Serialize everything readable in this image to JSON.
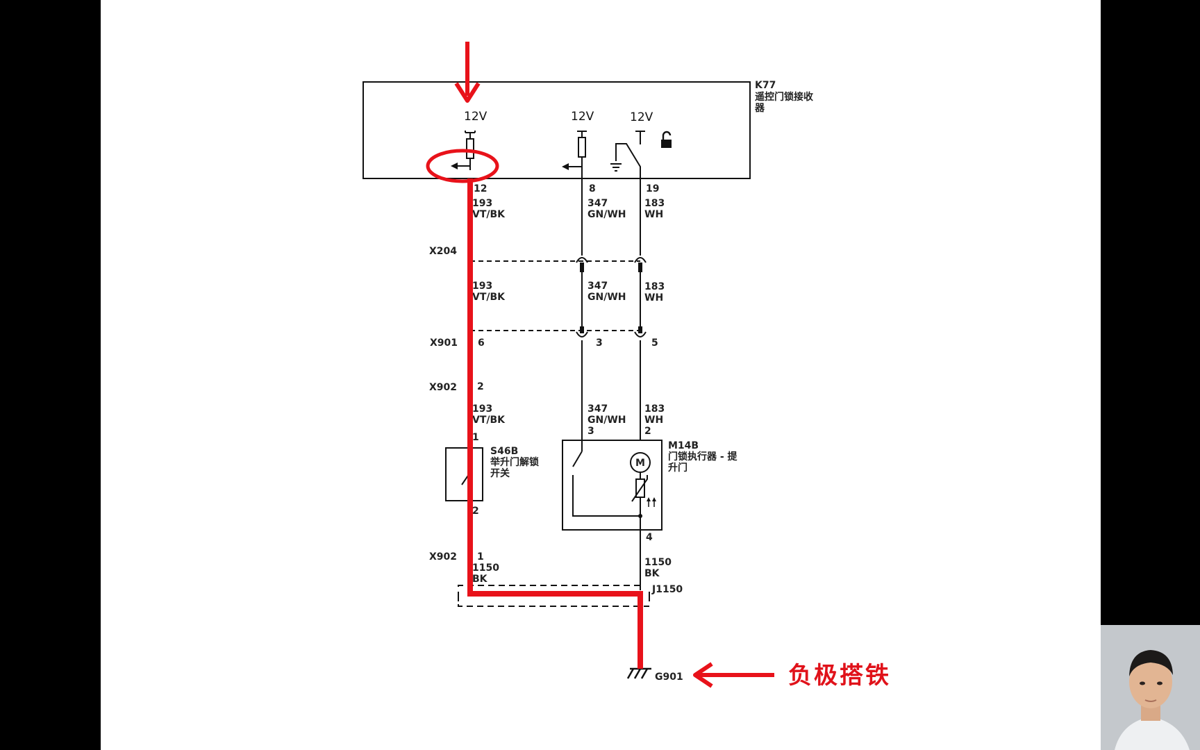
{
  "module": {
    "code": "K77",
    "name_line1": "遥控门锁接收",
    "name_line2": "器"
  },
  "pins": {
    "voltage_label": "12V",
    "pin12": "12",
    "pin8": "8",
    "pin19": "19"
  },
  "wires": {
    "w193": {
      "circuit": "193",
      "color": "VT/BK"
    },
    "w347": {
      "circuit": "347",
      "color": "GN/WH"
    },
    "w183": {
      "circuit": "183",
      "color": "WH"
    },
    "w1150": {
      "circuit": "1150",
      "color": "BK"
    }
  },
  "connectors": {
    "x204": "X204",
    "x901": "X901",
    "x901_pin_a": "6",
    "x901_pin_b": "3",
    "x901_pin_c": "5",
    "x902": "X902",
    "x902_top_pin": "2",
    "x902_bottom_pin": "1"
  },
  "switch": {
    "code": "S46B",
    "name_line1": "举升门解锁",
    "name_line2": "开关",
    "pin_top": "1",
    "pin_bottom": "2"
  },
  "actuator": {
    "code": "M14B",
    "name_line1": "门锁执行器 - 提",
    "name_line2": "升门",
    "pin_left": "3",
    "pin_right": "2",
    "pin_bottom": "4",
    "motor_symbol": "M"
  },
  "splice": {
    "code": "J1150"
  },
  "ground": {
    "code": "G901"
  },
  "annotation": {
    "text": "负极搭铁"
  },
  "colors": {
    "highlight": "#e8121a",
    "wire": "#111111",
    "page": "#ffffff",
    "sidebar": "#000000"
  }
}
